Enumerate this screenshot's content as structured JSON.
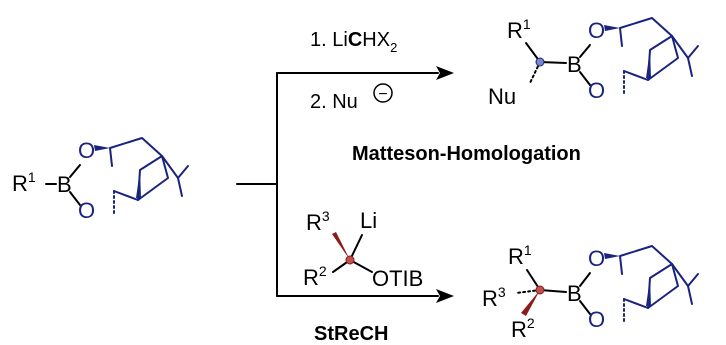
{
  "colors": {
    "ink": "#000000",
    "pinanediol": "#1a237e",
    "stereocenter_homologation": "#7986cb",
    "stereocenter_strech": "#c0504d",
    "strech_wedge": "#8b1a1a"
  },
  "start": {
    "r1": "R",
    "r1_sup": "1",
    "boron": "B",
    "oxygen_top": "O",
    "oxygen_bottom": "O"
  },
  "top_route": {
    "step1_prefix": "1. Li",
    "step1_carbon": "C",
    "step1_h": "HX",
    "step1_sub": "2",
    "step2": "2. Nu",
    "step2_charge": "−",
    "name": "Matteson-Homologation"
  },
  "top_product": {
    "r1": "R",
    "r1_sup": "1",
    "nu": "Nu",
    "boron": "B",
    "oxygen_top": "O",
    "oxygen_bottom": "O"
  },
  "bottom_route": {
    "reagent_r3": "R",
    "reagent_r3_sup": "3",
    "reagent_li": "Li",
    "reagent_r2": "R",
    "reagent_r2_sup": "2",
    "reagent_otib": "OTIB",
    "name": "StReCH"
  },
  "bottom_product": {
    "r1": "R",
    "r1_sup": "1",
    "r3": "R",
    "r3_sup": "3",
    "r2": "R",
    "r2_sup": "2",
    "boron": "B",
    "oxygen_top": "O",
    "oxygen_bottom": "O"
  }
}
